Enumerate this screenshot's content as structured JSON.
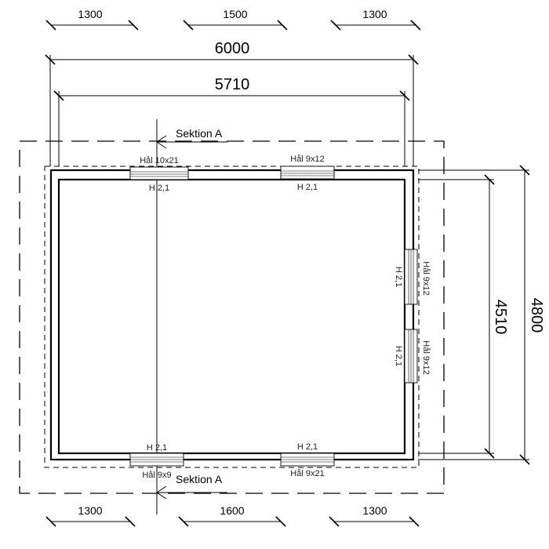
{
  "dimensions": {
    "top_segments": [
      "1300",
      "1500",
      "1300"
    ],
    "overall_width": "6000",
    "inner_width": "5710",
    "bottom_segments": [
      "1300",
      "1600",
      "1300"
    ],
    "inner_height": "4510",
    "overall_height": "4800"
  },
  "section": {
    "top_label": "Sektion A",
    "bottom_label": "Sektion A"
  },
  "openings": {
    "top_left": {
      "hole": "Hål 10x21",
      "height": "H 2,1"
    },
    "top_right": {
      "hole": "Hål 9x12",
      "height": "H 2,1"
    },
    "right_upper": {
      "hole": "Hål 9x12",
      "height": "H 2,1"
    },
    "right_lower": {
      "hole": "Hål 9x12",
      "height": "H 2,1"
    },
    "bottom_left": {
      "hole": "Hål 9x9",
      "height": "H 2,1"
    },
    "bottom_right": {
      "hole": "Hål 9x21",
      "height": "H 2,1"
    }
  }
}
